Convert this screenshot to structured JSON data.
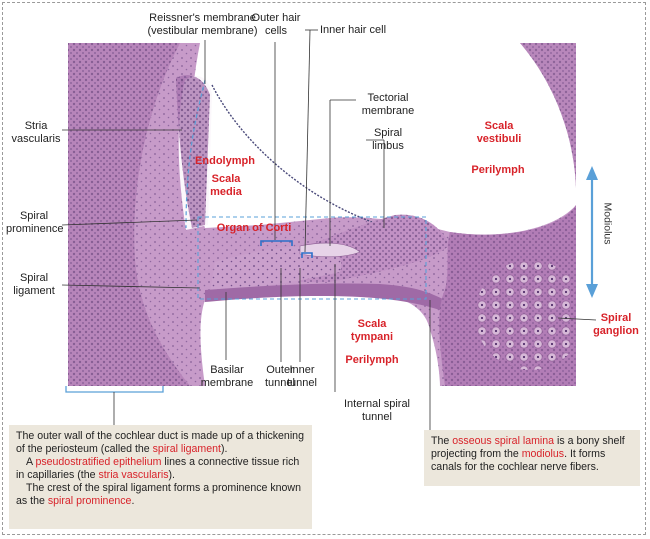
{
  "labels": {
    "reissner": "Reissner's membrane\n(vestibular membrane)",
    "outer_hair_cells": "Outer hair\ncells",
    "inner_hair_cell": "Inner hair cell",
    "tectorial": "Tectorial\nmembrane",
    "spiral_limbus": "Spiral\nlimbus",
    "stria": "Stria\nvascularis",
    "spiral_prominence": "Spiral\nprominence",
    "spiral_ligament": "Spiral\nligament",
    "basilar": "Basilar\nmembrane",
    "outer_tunnel": "Outer\ntunnel",
    "inner_tunnel": "Inner\ntunnel",
    "internal_spiral_tunnel": "Internal spiral\ntunnel"
  },
  "regions": {
    "endolymph": "Endolymph",
    "scala_media": "Scala\nmedia",
    "organ_of_corti": "Organ of Corti",
    "scala_vestibuli": "Scala\nvestibuli",
    "perilymph_upper": "Perilymph",
    "scala_tympani": "Scala\ntympani",
    "perilymph_lower": "Perilymph",
    "spiral_ganglion": "Spiral\nganglion",
    "modiolus": "Modiolus"
  },
  "note_left": {
    "p1_a": "The outer wall of the cochlear duct is made up of a thickening of the periosteum (called the ",
    "p1_b": "spiral ligament",
    "p1_c": ").",
    "p2_a": "A ",
    "p2_b": "pseudostratified epithelium",
    "p2_c": " lines a connective tissue rich in capillaries (the ",
    "p2_d": "stria vascularis",
    "p2_e": ").",
    "p3_a": "The crest of the spiral ligament forms a prominence known as the ",
    "p3_b": "spiral prominence",
    "p3_c": "."
  },
  "note_right": {
    "a": "The ",
    "b": "osseous spiral lamina",
    "c": " is a bony shelf projecting from the ",
    "d": "modiolus",
    "e": ". It forms canals for the cochlear nerve fibers."
  },
  "colors": {
    "accent_red": "#d8232a",
    "tissue": "#b784b8",
    "guide_blue": "#5aa0d8",
    "note_bg": "#ece7dc"
  }
}
